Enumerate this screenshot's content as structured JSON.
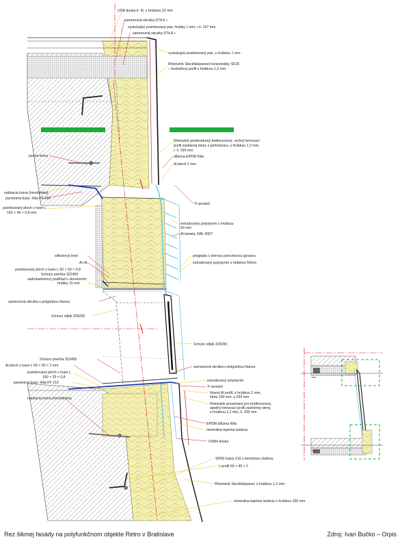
{
  "caption": {
    "title": "Rez šikmej fasády na polyfunkčnom objekte Retro v Bratislave",
    "source": "Zdroj: Ivan Bučko – Orpis"
  },
  "labels": {
    "r1": "OSB doska tr. III, s hrúbkou 22 mm",
    "r2": "samorezná skrutka ST4,8 ÷",
    "r3": "vystužujúci pozinkovaný pás, hrúbky 1 mm, r.š. 167 mm",
    "r4": "samorezná skrutka ST4,8 ÷",
    "r5": "vystužujúci pozinkovaný pás, s hrúbkou 1 mm",
    "r6a": "Rheinzink Steckfalzpaneel horizontálny SF25",
    "r6b": "– hrebeňový profil s hrúbkou 1,2 mm",
    "r7a": "Rheinzink predzvetraný bridlicovoový, vrchný lemovací",
    "r7b": "profil zasklenej steny s perforáciou, s hrúbkou 1,2 mm,",
    "r7c": "r. š. 290 mm",
    "r8": "difúzna EPDM fólia",
    "r9": "Al plech 2 mm",
    "r10": "Ti sendvič",
    "r11a": "extrudovaný polystyrén s hrúbkou",
    "r11b": "50 mm",
    "r12": "Al lamela, RAL 9007",
    "r13": "preglejka s čiernou povrchovou úpravou",
    "r14": "extrudovaný polystyrén s hrúbkou 50mm",
    "r15": "Schüco stĺpik 326250",
    "r16": "samorezná skrutka s polguľatou hlavou",
    "r17": "extrudovaný polystyrén",
    "r18": "Ti sendvič",
    "r19a": "Nosný Al profil, s hrúbkou 2 mm,",
    "r19b": "šírka 100 mm, a 333 mm",
    "r20a": "Rheinzink prevetraný pro bridlicovoový,",
    "r20b": "spodný lemovací profil zasklenej steny,",
    "r20c": "s hrúbkou 1,2 mm, š. 333 mm",
    "r21": "EPDM difúzna fólia",
    "r22": "minerálna tepelná izolácia",
    "r23": "OSB4 doska",
    "r24": "SPIDI kotva 210 s termickou vložkou",
    "r25": "L profil 60 × 40 × 2",
    "r26": "Rheinzink Steckfalzpanel, s hrúbkou 1,2 mm",
    "r27": "minerálna tepelná izolácia s hrúbkou 150 mm",
    "l1": "pevná kotva",
    "l2": "natíkacia kotva (hmoždinka)",
    "l3": "parotesná butyl. fólia FF 210",
    "l4a": "pozinkovaný plech v tvare L",
    "l4b": "150 × 45 × 0,8 mm",
    "l5": "silikónový tmel",
    "l6": "Al nit",
    "l7": "pozinkovaný plech v tvare L 50 × 50 × 0,8",
    "l8": "Schüco priečka 322450",
    "l9a": "sadrokartónový podhľad s ukončením",
    "l9b": "hrúbky 15 mm",
    "l10": "samorezná skrutka s polguľatou hlavou",
    "l11": "Schüco stĺpik 326250",
    "l12": "Schüco priečka 322450",
    "l13": "Al plech v tvare L 50 × 50 × 2 mm",
    "l14a": "pozinkovaný plech v tvare L",
    "l14b": "150 × 25 × 0,8",
    "l15": "parotesná butyl. fólia FF 210",
    "l16": "natíkacia kotva (hmoždinka)"
  },
  "colors": {
    "green_bar": "#1faa3c",
    "glass_blue": "#5fc8e8",
    "frame_dark": "#222222",
    "insulation": "#f3efb0",
    "leader_red": "#d8161c",
    "leader_yellow": "#e2c400",
    "concrete_grey": "#c8c8c8"
  }
}
